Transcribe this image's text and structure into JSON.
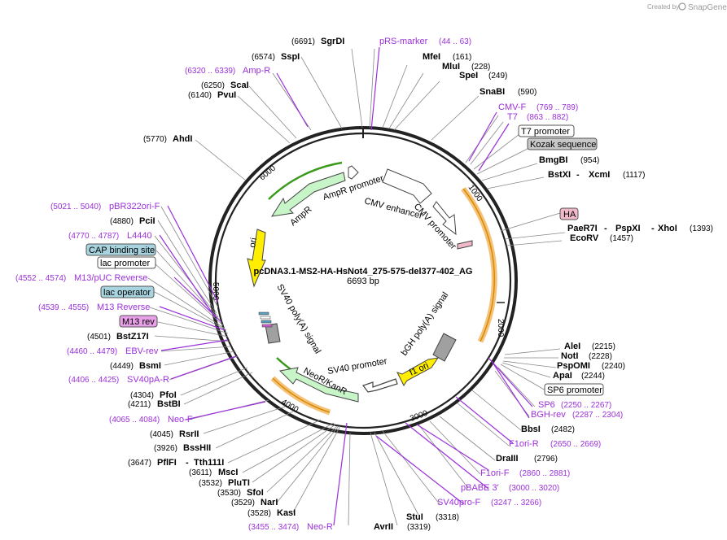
{
  "credit": {
    "prefix": "Created by",
    "brand": "SnapGene"
  },
  "plasmid": {
    "name": "pcDNA3.1-MS2-HA-HsNot4_275-575-del377-402_AG",
    "size": "6693 bp"
  },
  "ticks": [
    "1000",
    "2000",
    "3000",
    "4000",
    "5000",
    "6000"
  ],
  "features": [
    {
      "name": "CMV enhancer",
      "color": "#ffffff"
    },
    {
      "name": "CMV promoter",
      "color": "#ffffff"
    },
    {
      "name": "bGH poly(A) signal",
      "color": "#a0a0a0"
    },
    {
      "name": "f1 ori",
      "color": "#ffee00"
    },
    {
      "name": "SV40 promoter",
      "color": "#ffffff"
    },
    {
      "name": "NeoR/KanR",
      "color": "#c8f5c8"
    },
    {
      "name": "SV40 poly(A) signal",
      "color": "#a0a0a0"
    },
    {
      "name": "ori",
      "color": "#ffee00"
    },
    {
      "name": "AmpR",
      "color": "#c8f5c8"
    },
    {
      "name": "AmpR promoter",
      "color": "#ffffff"
    }
  ],
  "labels_top": [
    {
      "pos": "(6691)",
      "name": "SgrDI"
    },
    {
      "primer": "pRS-marker",
      "range": "(44 .. 63)"
    },
    {
      "name": "MfeI",
      "pos": "(161)"
    },
    {
      "name": "MluI",
      "pos": "(228)"
    },
    {
      "name": "SpeI",
      "pos": "(249)"
    },
    {
      "name": "SnaBI",
      "pos": "(590)"
    }
  ],
  "labels_right": [
    {
      "primer": "CMV-F",
      "range": "(769 .. 789)"
    },
    {
      "primer": "T7",
      "range": "(863 .. 882)"
    },
    {
      "box": "T7 promoter"
    },
    {
      "box": "Kozak sequence"
    },
    {
      "name": "BmgBI",
      "pos": "(954)"
    },
    {
      "name": "BstXI",
      "name2": "XcmI",
      "pos": "(1117)"
    },
    {
      "box": "HA"
    },
    {
      "name": "PaeR7I",
      "name2": "PspXI",
      "name3": "XhoI",
      "pos": "(1393)"
    },
    {
      "name": "EcoRV",
      "pos": "(1457)"
    },
    {
      "name": "AleI",
      "pos": "(2215)"
    },
    {
      "name": "NotI",
      "pos": "(2228)"
    },
    {
      "name": "PspOMI",
      "pos": "(2240)"
    },
    {
      "name": "ApaI",
      "pos": "(2244)"
    },
    {
      "box": "SP6 promoter"
    },
    {
      "primer": "SP6",
      "range": "(2250 .. 2267)"
    },
    {
      "primer": "BGH-rev",
      "range": "(2287 .. 2304)"
    },
    {
      "name": "BbsI",
      "pos": "(2482)"
    },
    {
      "primer": "F1ori-R",
      "range": "(2650 .. 2669)"
    },
    {
      "name": "DraIII",
      "pos": "(2796)"
    },
    {
      "primer": "F1ori-F",
      "range": "(2860 .. 2881)"
    },
    {
      "primer": "pBABE 3'",
      "range": "(3000 .. 3020)"
    },
    {
      "primer": "SV40pro-F",
      "range": "(3247 .. 3266)"
    },
    {
      "name": "StuI",
      "pos": "(3318)"
    },
    {
      "name": "AvrII",
      "pos": "(3319)"
    }
  ],
  "labels_left": [
    {
      "pos": "(6574)",
      "name": "SspI"
    },
    {
      "range": "(6320 .. 6339)",
      "primer": "Amp-R"
    },
    {
      "pos": "(6250)",
      "name": "ScaI"
    },
    {
      "pos": "(6140)",
      "name": "PvuI"
    },
    {
      "pos": "(5770)",
      "name": "AhdI"
    },
    {
      "range": "(5021 .. 5040)",
      "primer": "pBR322ori-F"
    },
    {
      "pos": "(4880)",
      "name": "PciI"
    },
    {
      "range": "(4770 .. 4787)",
      "primer": "L4440"
    },
    {
      "box": "CAP binding site"
    },
    {
      "box": "lac promoter"
    },
    {
      "range": "(4552 .. 4574)",
      "primer": "M13/pUC Reverse"
    },
    {
      "box": "lac operator"
    },
    {
      "range": "(4539 .. 4555)",
      "primer": "M13 Reverse"
    },
    {
      "box": "M13 rev"
    },
    {
      "pos": "(4501)",
      "name": "BstZ17I"
    },
    {
      "range": "(4460 .. 4479)",
      "primer": "EBV-rev"
    },
    {
      "pos": "(4449)",
      "name": "BsmI"
    },
    {
      "range": "(4406 .. 4425)",
      "primer": "SV40pA-R"
    },
    {
      "pos": "(4304)",
      "name": "PfoI"
    },
    {
      "pos": "(4211)",
      "name": "BstBI"
    },
    {
      "range": "(4065 .. 4084)",
      "primer": "Neo-F"
    },
    {
      "pos": "(4045)",
      "name": "RsrII"
    },
    {
      "pos": "(3926)",
      "name": "BssHII"
    },
    {
      "pos": "(3647)",
      "name": "PflFI",
      "name2": "Tth111I"
    },
    {
      "pos": "(3611)",
      "name": "MscI"
    },
    {
      "pos": "(3532)",
      "name": "PluTI"
    },
    {
      "pos": "(3530)",
      "name": "SfoI"
    },
    {
      "pos": "(3529)",
      "name": "NarI"
    },
    {
      "pos": "(3528)",
      "name": "KasI"
    },
    {
      "range": "(3455 .. 3474)",
      "primer": "Neo-R"
    }
  ],
  "colors": {
    "primer": "#9b30d9",
    "orange_arc": "#f5a623",
    "green_arc": "#3a9a1a",
    "backbone": "#222222"
  }
}
